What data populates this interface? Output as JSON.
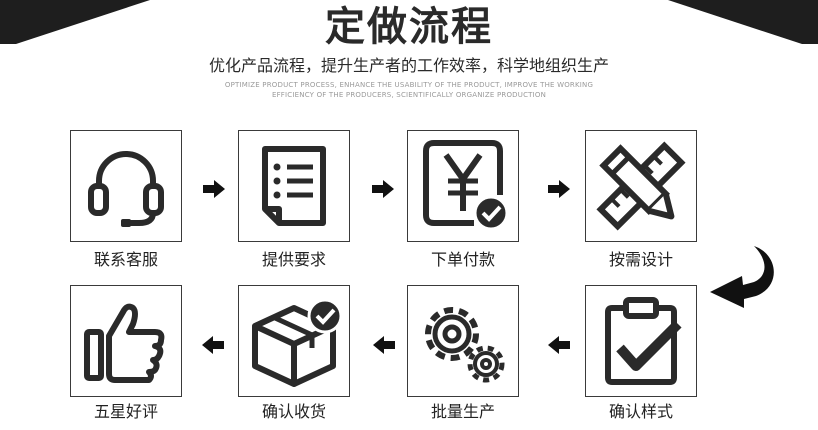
{
  "header": {
    "title": "定做流程",
    "subtitle": "优化产品流程，提升生产者的工作效率，科学地组织生产",
    "english_line1": "OPTIMIZE PRODUCT PROCESS, ENHANCE THE USABILITY OF THE PRODUCT, IMPROVE THE WORKING",
    "english_line2": "EFFICIENCY OF THE PRODUCERS, SCIENTIFICALLY ORGANIZE PRODUCTION"
  },
  "steps": [
    {
      "label": "联系客服",
      "icon": "headset-icon"
    },
    {
      "label": "提供要求",
      "icon": "document-list-icon"
    },
    {
      "label": "下单付款",
      "icon": "yuan-payment-check-icon"
    },
    {
      "label": "按需设计",
      "icon": "ruler-pencil-icon"
    },
    {
      "label": "确认样式",
      "icon": "clipboard-check-icon"
    },
    {
      "label": "批量生产",
      "icon": "gears-icon"
    },
    {
      "label": "确认收货",
      "icon": "package-check-icon"
    },
    {
      "label": "五星好评",
      "icon": "thumbs-up-icon"
    }
  ],
  "colors": {
    "ink": "#2a2a2a",
    "border": "#3a3a3a",
    "corner": "#1e1e1e"
  }
}
